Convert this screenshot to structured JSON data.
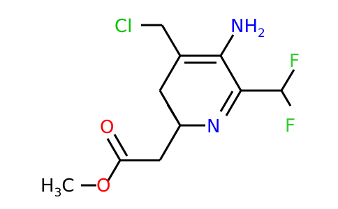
{
  "molecule": {
    "atoms": {
      "cl": {
        "text": "Cl",
        "color": "#00c000"
      },
      "nh2": {
        "main": "NH",
        "sub": "2",
        "color": "#0000ff"
      },
      "n_ring": {
        "text": "N",
        "color": "#0000ff"
      },
      "f_top": {
        "text": "F",
        "color": "#33cc33"
      },
      "f_bottom": {
        "text": "F",
        "color": "#33cc33"
      },
      "o_carbonyl": {
        "text": "O",
        "color": "#ff0000"
      },
      "o_ester": {
        "text": "O",
        "color": "#ff0000"
      },
      "ch3": {
        "main": "H",
        "sub": "3",
        "tail": "C",
        "color": "#000000"
      }
    },
    "bond_color": "#000000"
  }
}
